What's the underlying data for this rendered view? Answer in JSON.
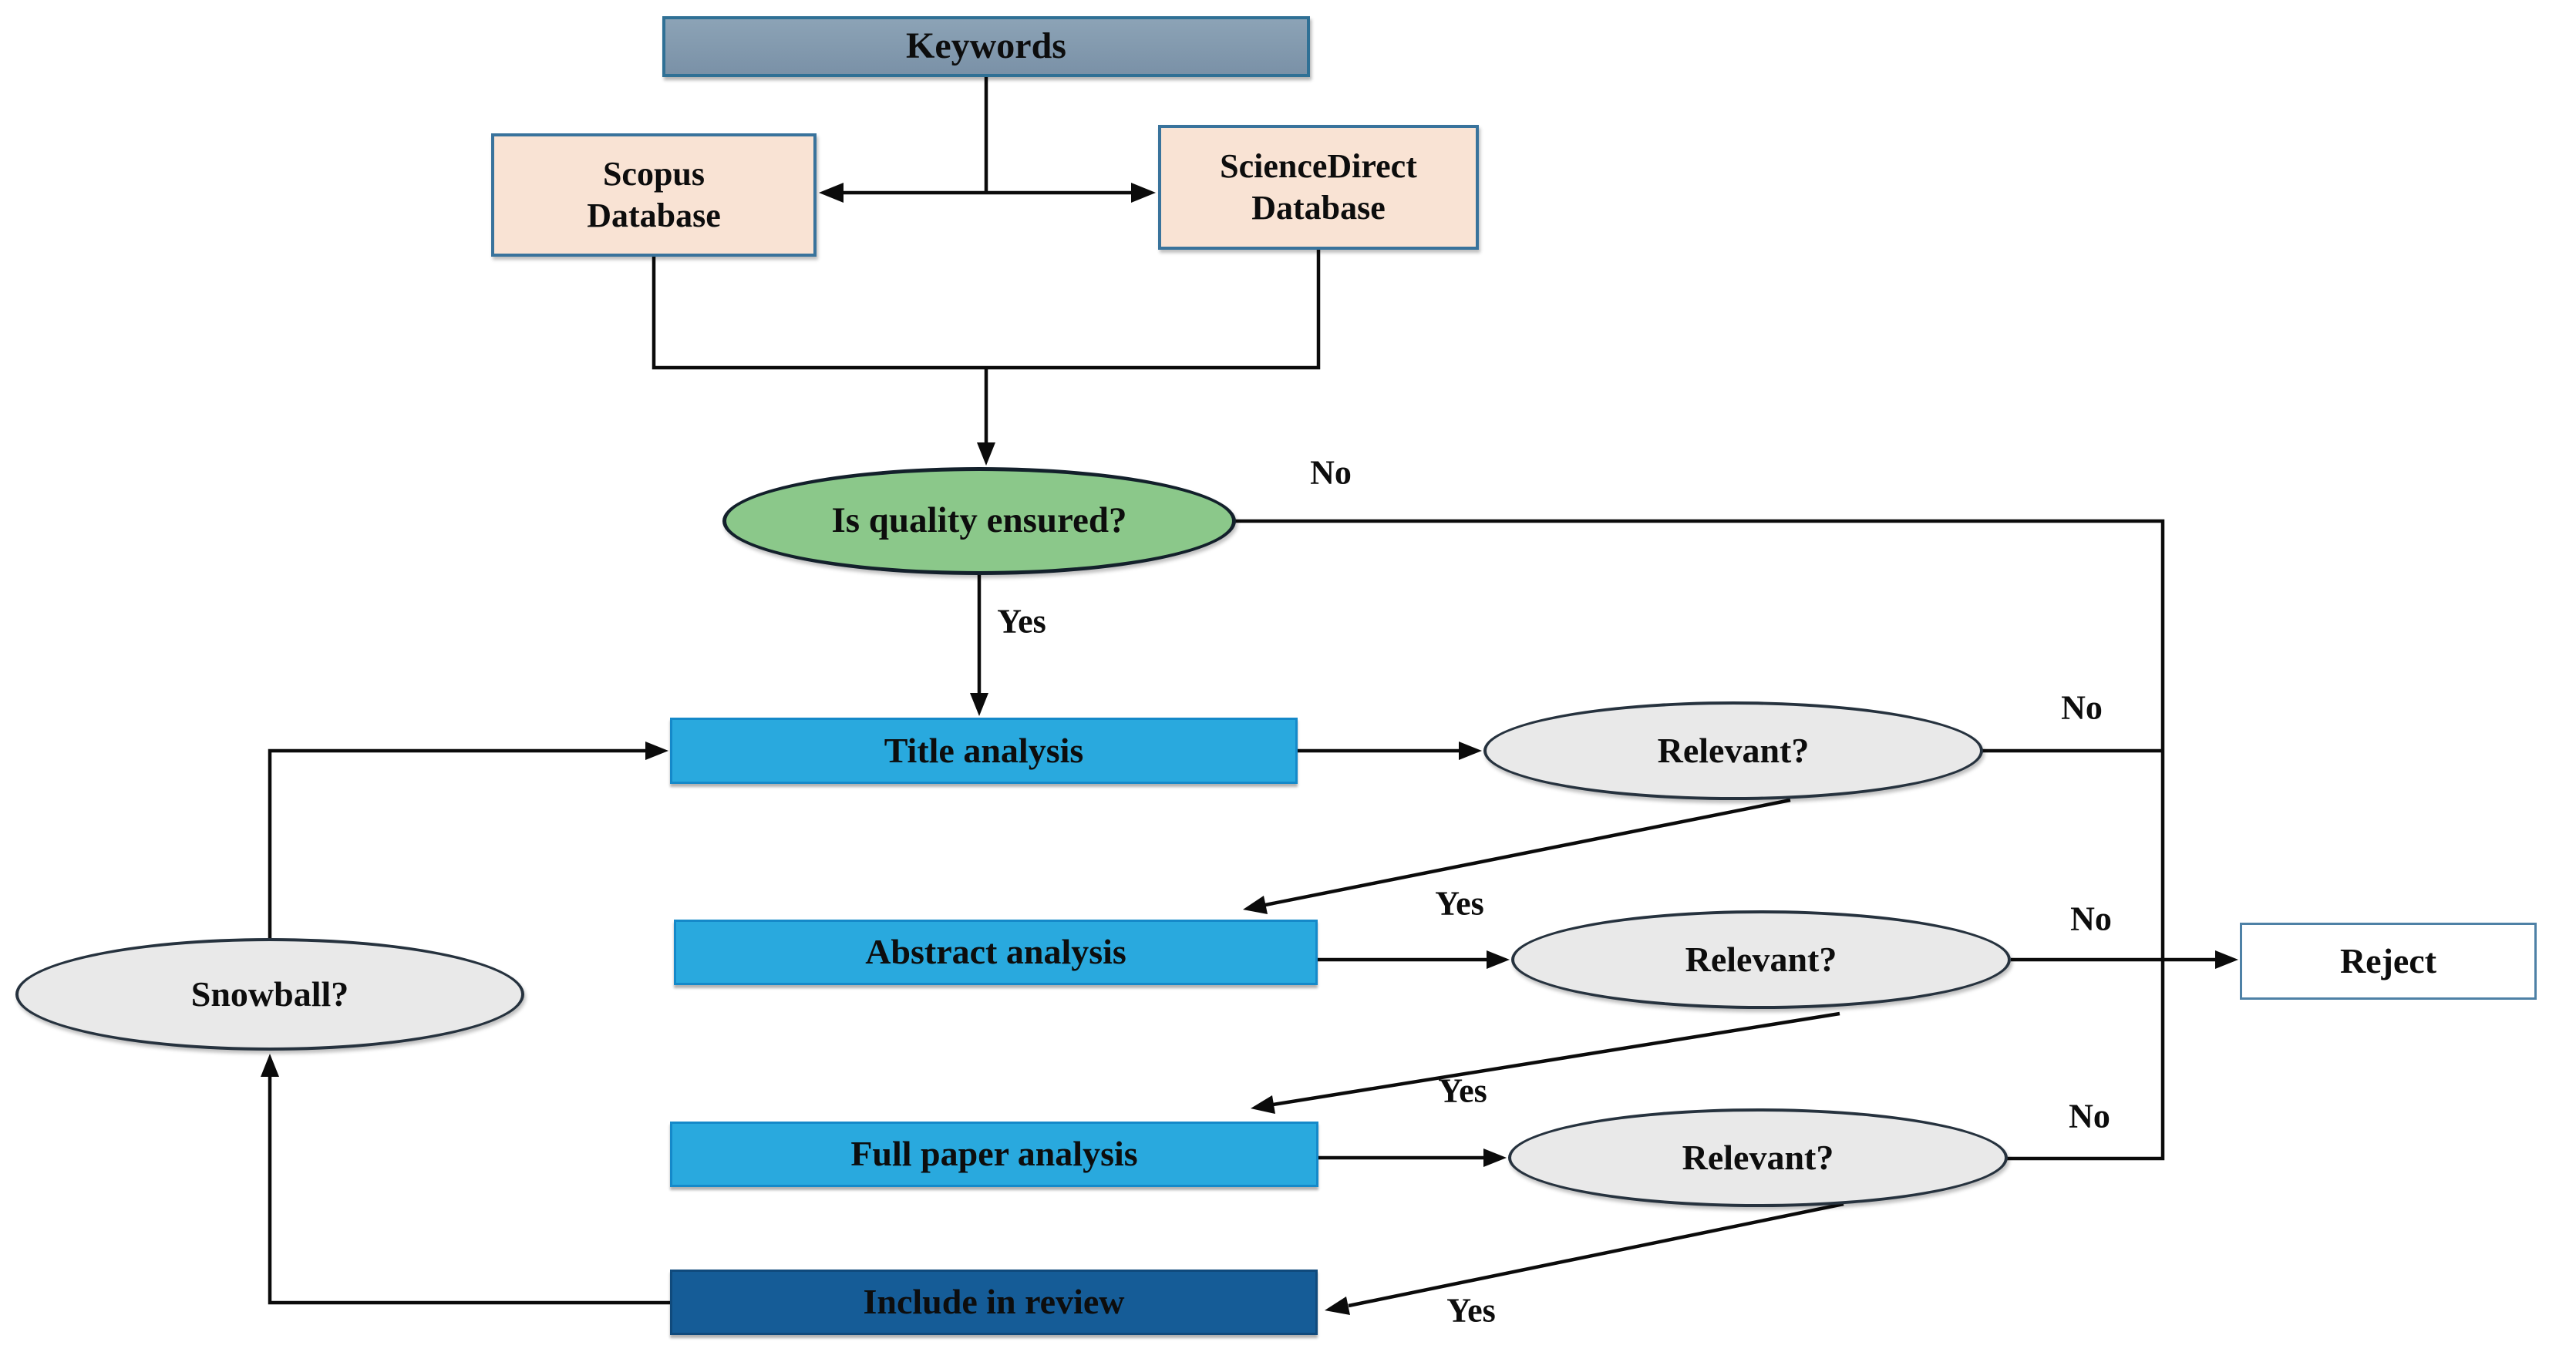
{
  "flowchart": {
    "nodes": {
      "keywords": {
        "label": "Keywords",
        "shape": "rectangle"
      },
      "scopus": {
        "line1": "Scopus",
        "line2": "Database",
        "shape": "rectangle"
      },
      "sciencedirect": {
        "line1": "ScienceDirect",
        "line2": "Database",
        "shape": "rectangle"
      },
      "quality": {
        "label": "Is quality ensured?",
        "shape": "ellipse"
      },
      "title_analysis": {
        "label": "Title analysis",
        "shape": "rectangle"
      },
      "relevant_title": {
        "label": "Relevant?",
        "shape": "ellipse"
      },
      "abstract_analysis": {
        "label": "Abstract analysis",
        "shape": "rectangle"
      },
      "relevant_abstract": {
        "label": "Relevant?",
        "shape": "ellipse"
      },
      "full_paper_analysis": {
        "label": "Full paper analysis",
        "shape": "rectangle"
      },
      "relevant_fullpaper": {
        "label": "Relevant?",
        "shape": "ellipse"
      },
      "include_in_review": {
        "label": "Include in review",
        "shape": "rectangle"
      },
      "snowball": {
        "label": "Snowball?",
        "shape": "ellipse"
      },
      "reject": {
        "label": "Reject",
        "shape": "rectangle"
      }
    },
    "edge_labels": {
      "quality_no": "No",
      "quality_yes": "Yes",
      "title_no": "No",
      "title_yes": "Yes",
      "abstract_no": "No",
      "abstract_yes": "Yes",
      "fullpaper_no": "No",
      "fullpaper_yes": "Yes"
    },
    "colors": {
      "kw_fill_top": "#8CA3B6",
      "kw_fill_bottom": "#7A91A7",
      "kw_border": "#2F7095",
      "db_fill": "#F9E3D4",
      "db_border": "#39739C",
      "proc_fill": "#29A9DE",
      "proc_border": "#1589C9",
      "include_fill": "#155C97",
      "include_border": "#104A7C",
      "green_fill": "#8BC88A",
      "green_border": "#13202B",
      "oval_fill": "#E9E9E9",
      "oval_border": "#26323E",
      "reject_fill": "#FFFFFF",
      "reject_border": "#4E81A6",
      "line": "#0B0B0B",
      "text": "#0D0D0D"
    }
  }
}
